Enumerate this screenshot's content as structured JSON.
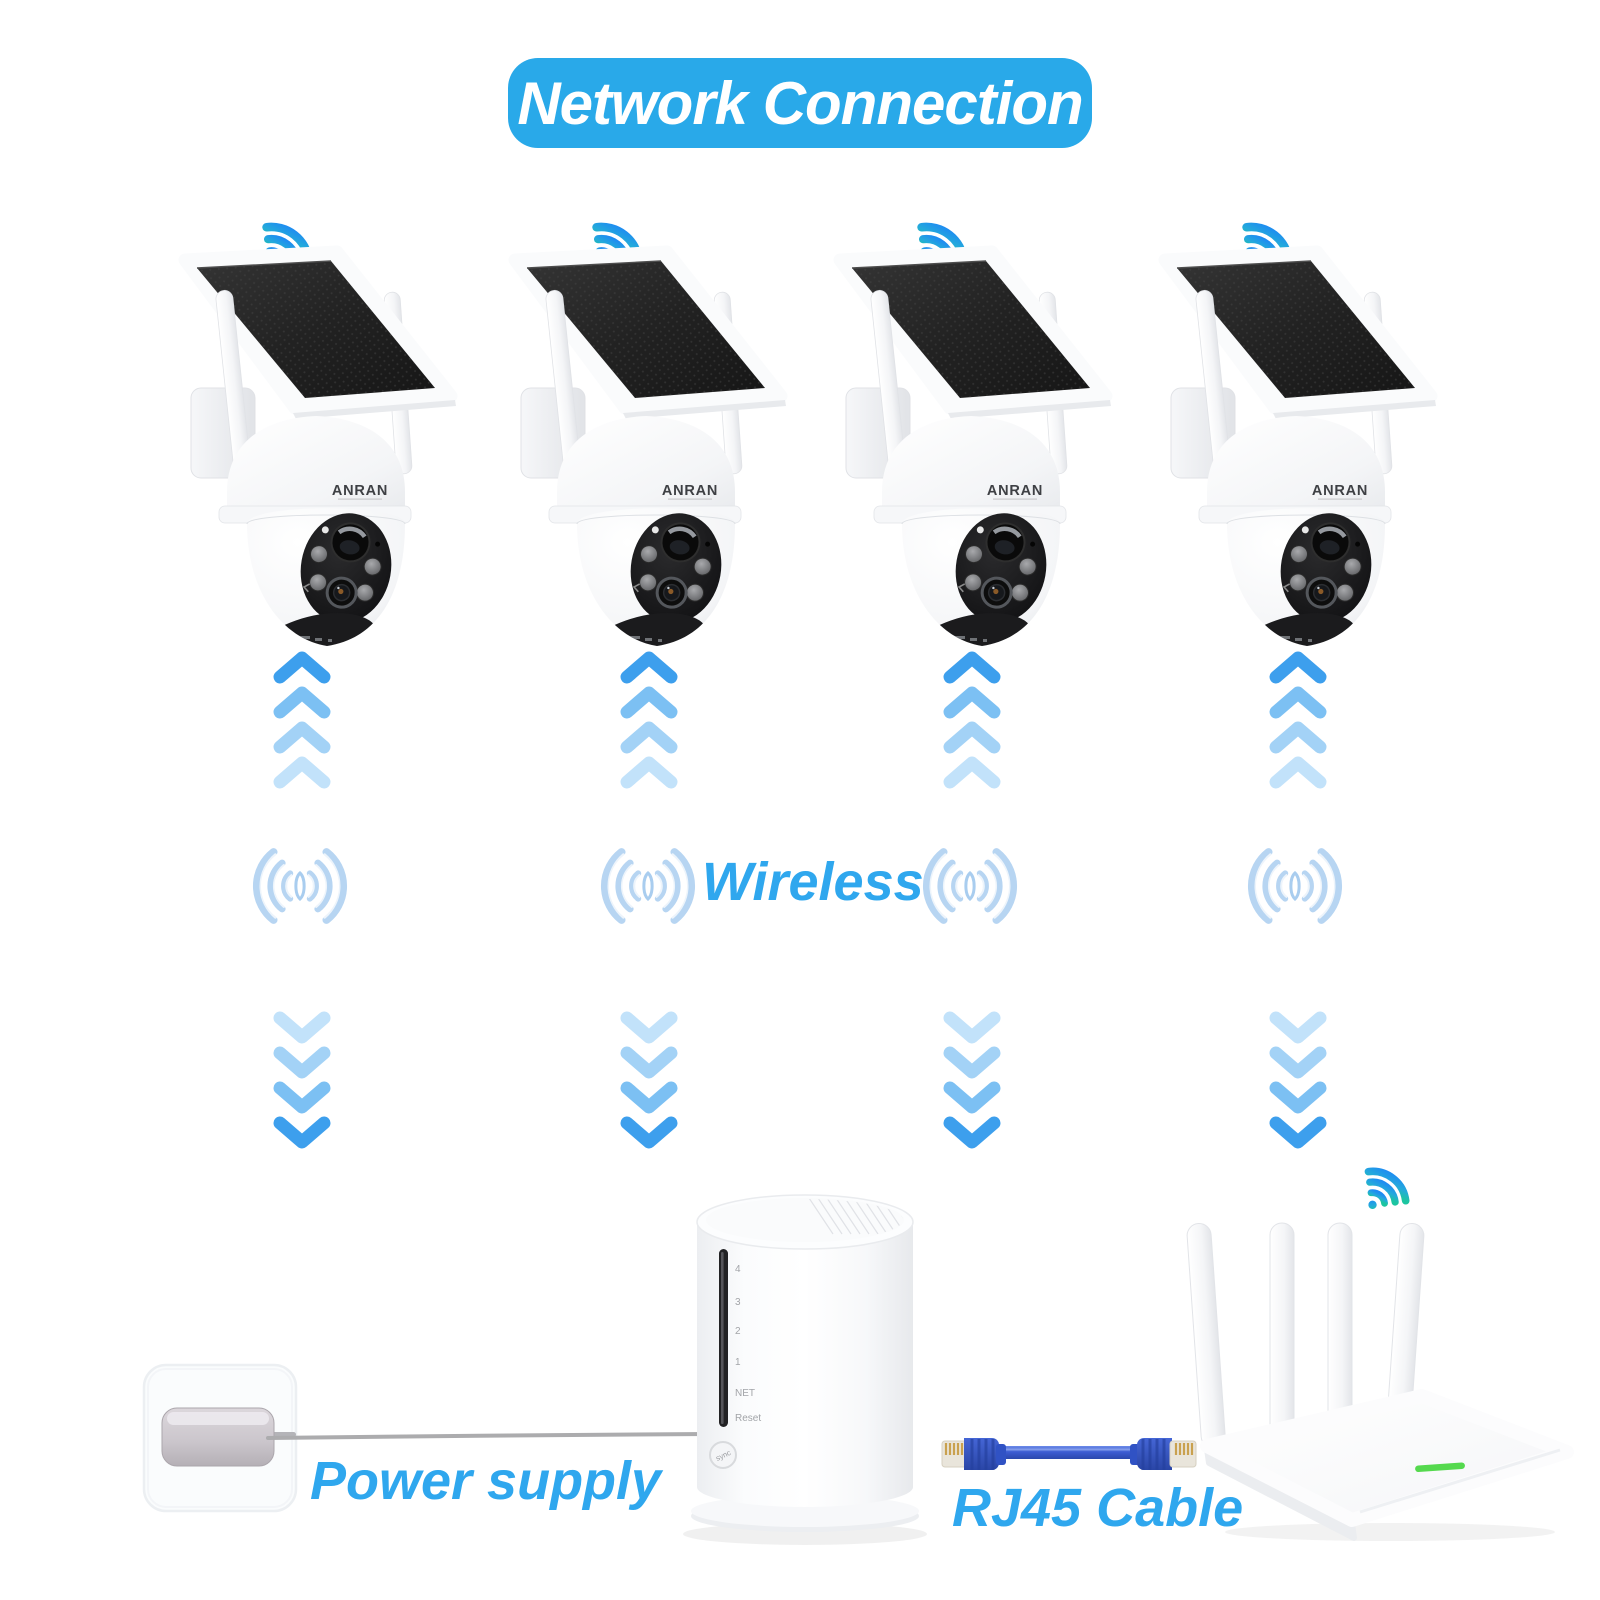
{
  "title_banner": {
    "label": "Network Connection",
    "bg_color": "#29A9E9",
    "text_color": "#FFFFFF"
  },
  "cameras": [
    {
      "brand": "ANRAN"
    },
    {
      "brand": "ANRAN"
    },
    {
      "brand": "ANRAN"
    },
    {
      "brand": "ANRAN"
    }
  ],
  "wireless_band": {
    "label": "Wireless",
    "text_color": "#2FA7EE"
  },
  "bottom": {
    "power_label": "Power supply",
    "rj45_label": "RJ45 Cable"
  },
  "base_station": {
    "port_labels": [
      "4",
      "3",
      "2",
      "1"
    ],
    "net_label": "NET",
    "reset_label": "Reset",
    "sync_label": "sync"
  },
  "colors": {
    "banner_blue": "#29A9E9",
    "label_blue": "#2FA7EE",
    "chevron_1": "#3D9FED",
    "chevron_2": "#7CC0F3",
    "chevron_3": "#A3D2F6",
    "chevron_4": "#C2E2FA",
    "wifi_gradient_start": "#1E8BF2",
    "wifi_gradient_end": "#1CC5A0",
    "radio_wave_blue": "#B7D5F2",
    "ethernet_cable_blue": "#3052C4",
    "router_led_green": "#55D94E"
  },
  "icons": {
    "wifi": "wifi-signal-icon",
    "radio_waves": "radio-waves-icon",
    "chevrons_up": "chevron-up-arrows",
    "chevrons_down": "chevron-down-arrows"
  }
}
